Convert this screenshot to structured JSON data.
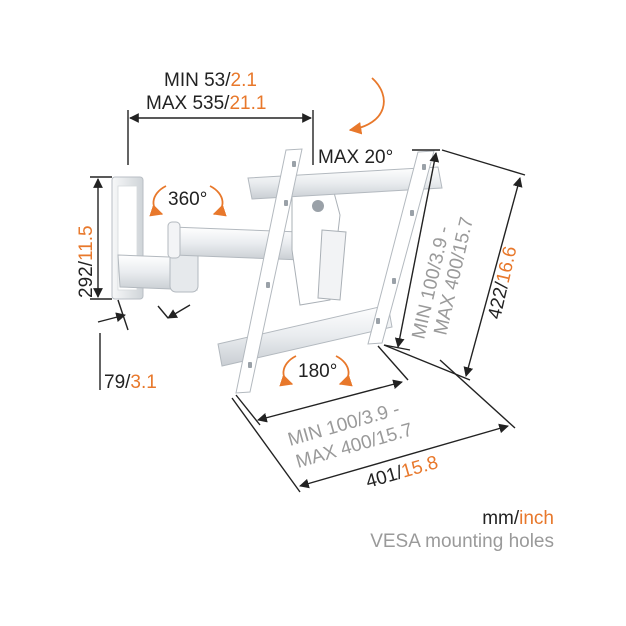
{
  "colors": {
    "ink": "#222222",
    "accent": "#e8782b",
    "grey": "#9a9a9a"
  },
  "labels": {
    "depth": {
      "mm": "79",
      "sep": "/",
      "inch": "3.1"
    },
    "height": {
      "mm": "292",
      "sep": "/",
      "inch": "11.5"
    },
    "reach_min": {
      "prefix": "MIN 53",
      "sep": "/",
      "inch": "2.1"
    },
    "reach_max": {
      "prefix": "MAX 535",
      "sep": "/",
      "inch": "21.1"
    },
    "tilt": "MAX 20°",
    "swivel_wall": "360°",
    "swivel_tv": "180°",
    "vesa_v_min": {
      "mm": "MIN 100",
      "sep": "/",
      "inch": "3.9 -"
    },
    "vesa_v_max": {
      "mm": "MAX 400",
      "sep": "/",
      "inch": "15.7"
    },
    "vesa_h_min": {
      "mm": "MIN 100",
      "sep": "/",
      "inch": "3.9 -"
    },
    "vesa_h_max": {
      "mm": "MAX 400",
      "sep": "/",
      "inch": "15.7"
    },
    "bracket_height": {
      "mm": "422",
      "sep": "/",
      "inch": "16.6"
    },
    "bracket_width": {
      "mm": "401",
      "sep": "/",
      "inch": "15.8"
    }
  },
  "legend": {
    "unit_mm": "mm",
    "unit_sep": "/",
    "unit_inch": "inch",
    "vesa": "VESA mounting holes"
  }
}
